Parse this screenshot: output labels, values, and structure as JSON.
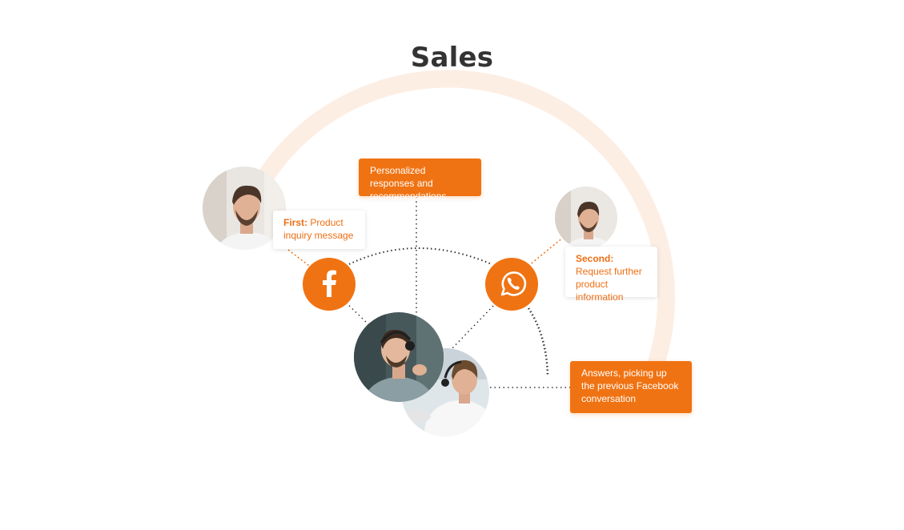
{
  "title": "Sales",
  "cards": {
    "first_prefix": "First:",
    "first_text": "Product inquiry message",
    "second_prefix": "Second:",
    "second_text": "Request further product information"
  },
  "boxes": {
    "personalized": "Personalized responses and recommendations",
    "answers": "Answers, picking up the previous Facebook conversation"
  },
  "icons": {
    "facebook": "facebook-icon",
    "whatsapp": "whatsapp-icon",
    "customer": "customer-avatar-icon",
    "agent": "agent-avatar-icon"
  },
  "colors": {
    "accent": "#f07313",
    "arc": "#fdeee4",
    "title": "#333333"
  }
}
